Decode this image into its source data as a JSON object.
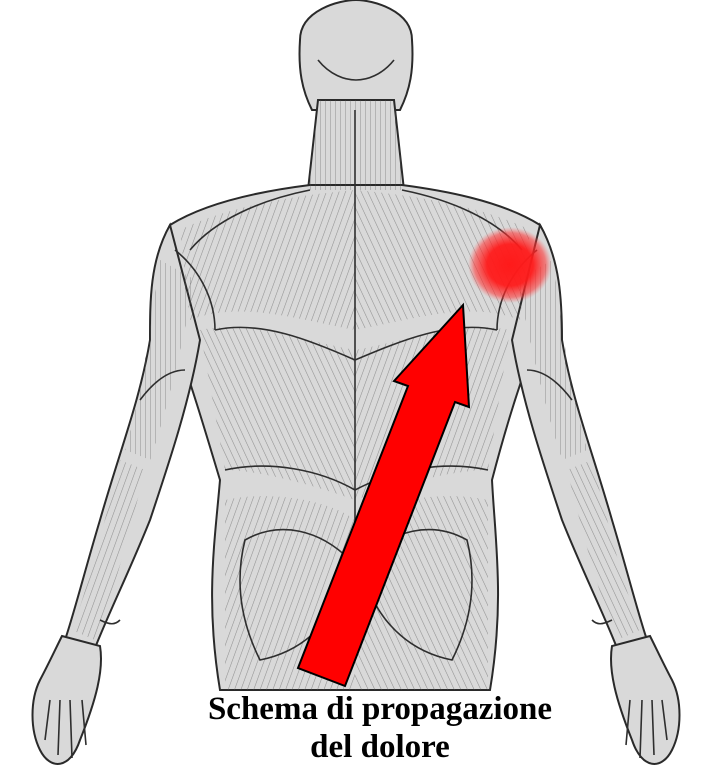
{
  "caption": {
    "line1": "Schema di propagazione",
    "line2": "del dolore"
  },
  "figure": {
    "subject": "posterior-muscular-anatomy",
    "pain_area": "right-shoulder-posterior",
    "pain_color": "#ff1a1a",
    "arrow_color": "#ff0000",
    "ink_color": "#3a3a3a"
  }
}
